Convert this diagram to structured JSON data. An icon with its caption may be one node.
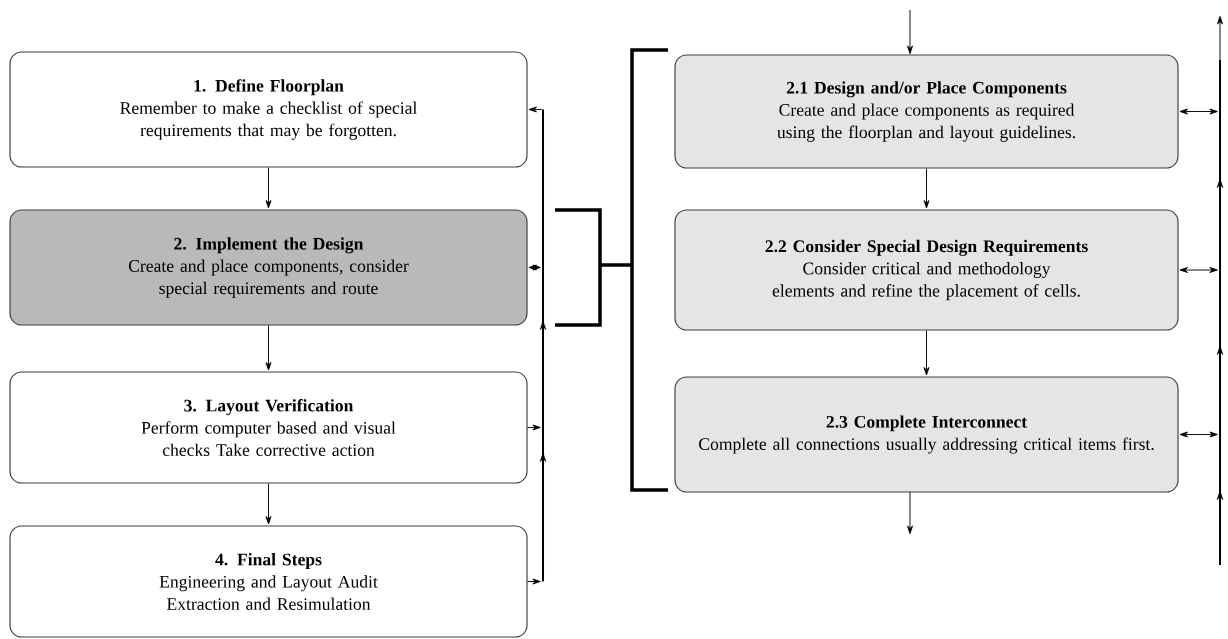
{
  "diagram": {
    "nodes": [
      {
        "text": [
          "1. Define Floorplan",
          "Remember to make a checklist of special requirements that may be forgotten."
        ]
      },
      {
        "text": [
          "2. Implement the Design",
          "Create and place components, consider special requirements and route"
        ]
      },
      {
        "text": [
          "3. Layout Verification",
          "Perform computer based and visual checks Take corrective action"
        ]
      },
      {
        "text": [
          "4. Final Steps",
          "Engineering and Layout Audit Extraction and Resimulation"
        ]
      },
      {
        "text": [
          "2.1 Design and/or Place Components",
          "Create and place components as required using the floorplan and layout guidelines."
        ]
      },
      {
        "text": [
          "2.2 Consider Special Design Requirements",
          "Consider critical and methodology elements and refine the placement of cells."
        ]
      },
      {
        "text": [
          "2.3 Complete Interconnect",
          "Complete all connections usually addressing critical items first."
        ]
      },
      {
        "text": [],
        "shape": "bar"
      },
      {
        "text": [],
        "shape": "bar"
      }
    ],
    "edges": [
      {
        "from": 0,
        "to": 1,
        "arrow": "to"
      },
      {
        "from": 1,
        "to": 2,
        "arrow": "to"
      },
      {
        "from": 2,
        "to": 3,
        "arrow": "to"
      },
      {
        "from": 7,
        "to": 0,
        "arrow": "to"
      },
      {
        "from": 1,
        "to": 7,
        "arrow": "both"
      },
      {
        "from": 2,
        "to": 7,
        "arrow": "to"
      },
      {
        "from": 3,
        "to": 7,
        "arrow": "to"
      },
      {
        "from": null,
        "to": 4,
        "arrow": "to"
      },
      {
        "from": 4,
        "to": 5,
        "arrow": "to"
      },
      {
        "from": 5,
        "to": 6,
        "arrow": "to"
      },
      {
        "from": 6,
        "to": null,
        "arrow": "to"
      },
      {
        "from": 4,
        "to": 8,
        "arrow": "both"
      },
      {
        "from": 5,
        "to": 8,
        "arrow": "both"
      },
      {
        "from": 6,
        "to": 8,
        "arrow": "both"
      },
      {
        "from": 8,
        "to": null,
        "arrow": "to"
      }
    ]
  }
}
